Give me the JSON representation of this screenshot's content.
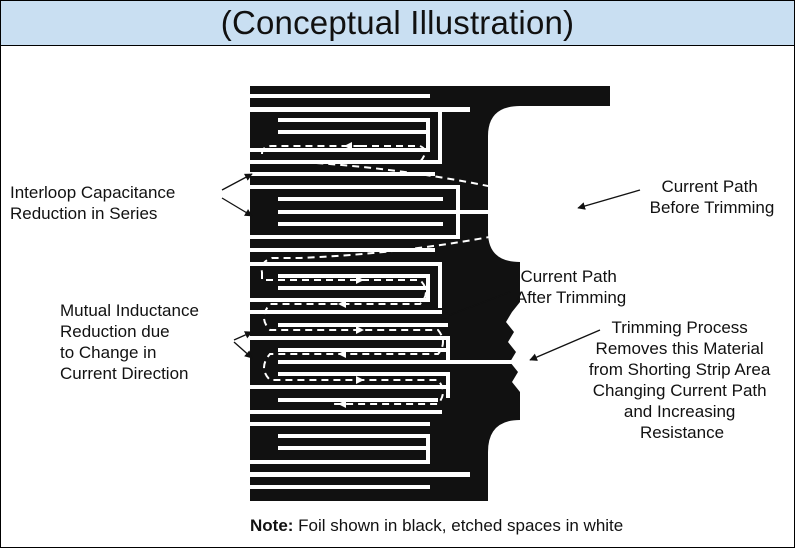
{
  "header": {
    "title": "(Conceptual Illustration)"
  },
  "labels": {
    "interloop": [
      "Interloop Capacitance",
      "Reduction in Series"
    ],
    "mutual": [
      "Mutual Inductance",
      "Reduction due",
      "to Change in",
      "Current Direction"
    ],
    "before": [
      "Current Path",
      "Before Trimming"
    ],
    "after": [
      "Current Path",
      "After Trimming"
    ],
    "trimming": [
      "Trimming Process",
      "Removes this Material",
      "from Shorting Strip Area",
      "Changing Current Path",
      "and Increasing",
      "Resistance"
    ]
  },
  "note": {
    "bold": "Note:",
    "text": " Foil shown in black, etched spaces in white"
  },
  "colors": {
    "foil": "#111111",
    "etch": "#ffffff",
    "header_bg": "#c9dff2"
  }
}
